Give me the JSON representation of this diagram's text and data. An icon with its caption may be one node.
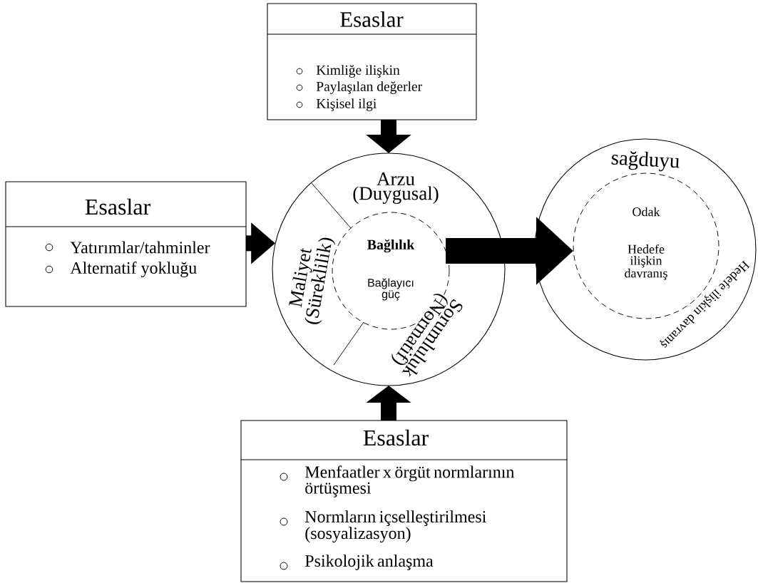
{
  "diagram": {
    "nodes": [
      {
        "text": [
          "Esaslar",
          "Kimliğe ilişkin",
          "Paylaşılan değerler",
          "Kişisel ilgi"
        ]
      },
      {
        "text": [
          "Esaslar",
          "Yatırımlar/tahminler",
          "Alternatif yokluğu"
        ]
      },
      {
        "text": [
          "Arzu (Duygusal)",
          "Maliyet (Süreklilik)",
          "Sorumluluk (Normatif)"
        ]
      },
      {
        "text": [
          "Bağlılık",
          "Bağlayıcı güç"
        ],
        "in": 2
      },
      {
        "text": [
          "sağduyu",
          "Hedefe ilişkin davranış"
        ]
      },
      {
        "text": [
          "Odak",
          "Hedefe ilişkin davranış"
        ],
        "in": 4
      },
      {
        "text": [
          "Esaslar",
          "Menfaatler x örgüt normlarının örtüşmesi",
          "Normların içselleştirilmesi (sosyalizasyon)",
          "Psikolojik anlaşma"
        ]
      }
    ],
    "edges": [
      {
        "from": 0,
        "to": 2,
        "arrow": "to"
      },
      {
        "from": 1,
        "to": 2,
        "arrow": "to"
      },
      {
        "from": 6,
        "to": 2,
        "arrow": "to"
      },
      {
        "from": 3,
        "to": 5,
        "arrow": "to"
      }
    ]
  }
}
